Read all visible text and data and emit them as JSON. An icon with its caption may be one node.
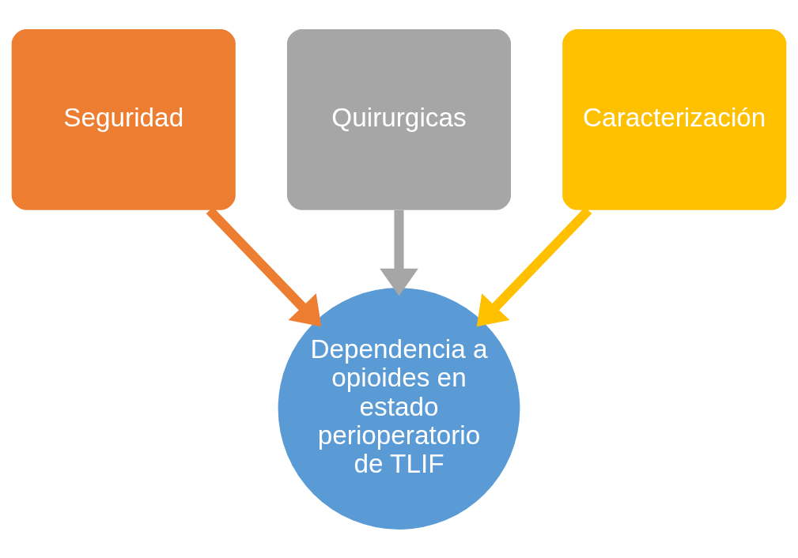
{
  "diagram": {
    "nodes": [
      {
        "text": [
          "Quirurgicas"
        ]
      },
      {
        "text": [
          "Seguridad"
        ]
      },
      {
        "text": [
          "Caracterización"
        ]
      },
      {
        "text": [
          "Dependencia a opioides en estado perioperatorio de TLIF"
        ]
      }
    ],
    "edges": [
      {
        "from": 0,
        "to": 3,
        "arrow": "to",
        "color": "#a6a6a6"
      },
      {
        "from": 1,
        "to": 3,
        "arrow": "to",
        "color": "#ed7d31"
      },
      {
        "from": 2,
        "to": 3,
        "arrow": "to",
        "color": "#ffc000"
      }
    ]
  }
}
